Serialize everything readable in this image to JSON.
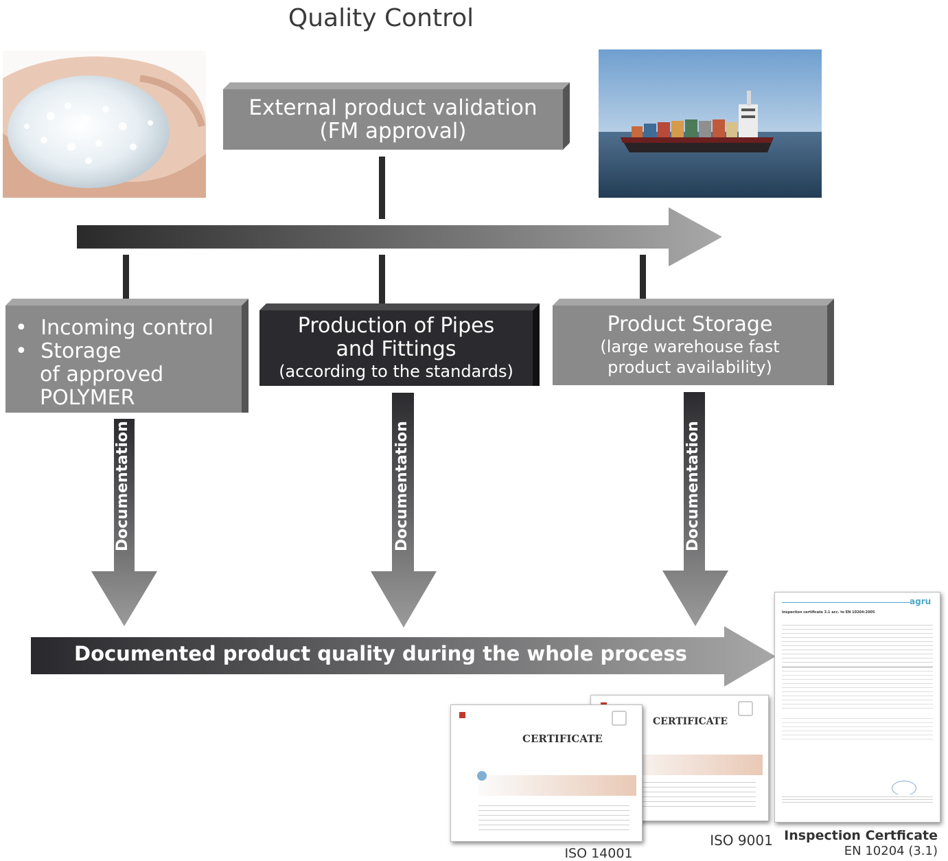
{
  "title": "Quality Control",
  "top_box": {
    "line1": "External product validation",
    "line2": "(FM approval)"
  },
  "boxes": {
    "incoming": {
      "bullets": [
        "Incoming control",
        "Storage"
      ],
      "continuation": [
        "of approved",
        "POLYMER"
      ]
    },
    "production": {
      "line1": "Production of Pipes",
      "line2": "and Fittings",
      "line3": "(according to the standards)"
    },
    "storage": {
      "line1": "Product Storage",
      "line2": "(large warehouse fast",
      "line3": "product availability)"
    }
  },
  "documentation_labels": [
    "Documentation",
    "Documentation",
    "Documentation"
  ],
  "bottom_banner": "Documented product quality during the whole process",
  "certificates": {
    "iso14001": {
      "caption": "ISO 14001",
      "heading": "CERTIFICATE"
    },
    "iso9001": {
      "caption": "ISO 9001",
      "heading": "CERTIFICATE"
    },
    "inspection": {
      "caption_bold": "Inspection Certficate",
      "caption_sub": "EN 10204 (3.1)",
      "doc_title": "Inspection certificate 3.1 acc. to EN 10204:2005",
      "logo": "agru"
    }
  },
  "colors": {
    "dark": "#2b2a2e",
    "gray": "#8a8a8a",
    "arrow_light": "#a8a8a8"
  }
}
